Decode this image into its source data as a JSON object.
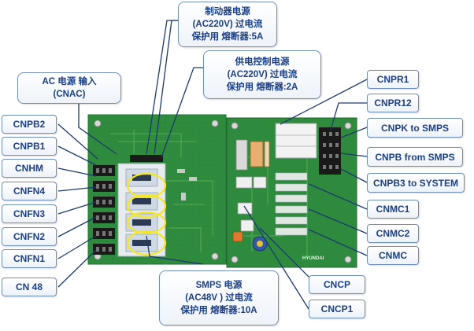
{
  "labels": {
    "brake_power": [
      "制动器电源",
      "(AC220V) 过电流",
      "保护用 熔断器:5A"
    ],
    "supply_control": [
      "供电控制电源",
      "(AC220V) 过电流",
      "保护用 熔断器:2A"
    ],
    "ac_input": [
      "AC 电源 输入",
      "(CNAC)"
    ],
    "smps_power": [
      "SMPS 电源",
      "(AC48V ) 过电流",
      "保护用 熔断器:10A"
    ],
    "cnpb2": "CNPB2",
    "cnpb1": "CNPB1",
    "cnhm": "CNHM",
    "cnfn4": "CNFN4",
    "cnfn3": "CNFN3",
    "cnfn2": "CNFN2",
    "cnfn1": "CNFN1",
    "cn48": "CN 48",
    "cnpr1": "CNPR1",
    "cnpr12": "CNPR12",
    "cnpk_to_smps": "CNPK to SMPS",
    "cnpb_from_smps": "CNPB from SMPS",
    "cnpb3_to_system": "CNPB3 to SYSTEM",
    "cnmc1": "CNMC1",
    "cnmc2": "CNMC2",
    "cnmc": "CNMC",
    "cncp": "CNCP",
    "cncp1": "CNCP1"
  },
  "board_silkscreen": {
    "brand": "HYUNDAI"
  },
  "colors": {
    "pcb_green": "#2e8b3e",
    "label_text": "#1b3f86",
    "label_border": "#6f8fb8",
    "callout_line": "#1c3a70",
    "highlight_ring": "#f5e62a"
  }
}
